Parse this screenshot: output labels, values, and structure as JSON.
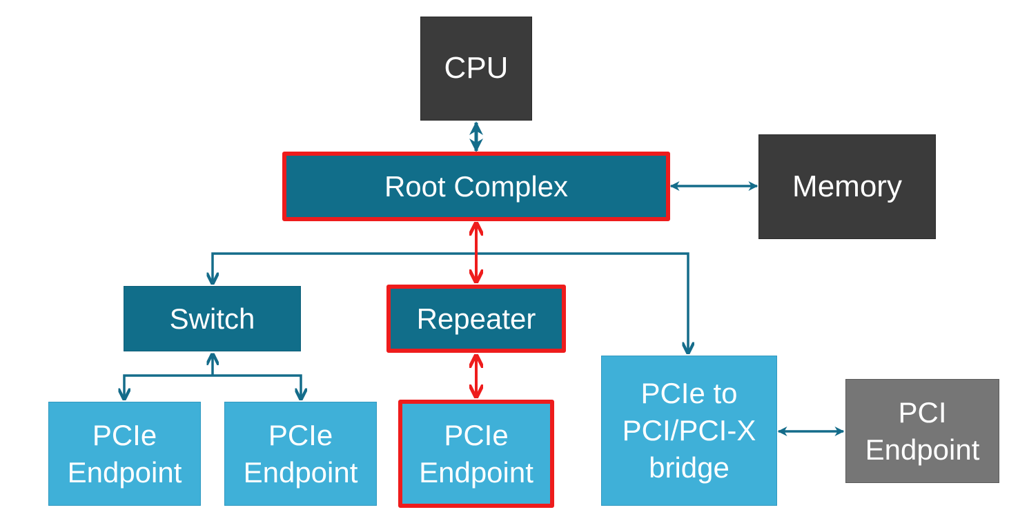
{
  "diagram": {
    "title": "PCI Express topology",
    "colors": {
      "host": "#3b3b3b",
      "pcie_core": "#116e8a",
      "pcie_device": "#3fb0d8",
      "legacy": "#767676",
      "highlight": "#ee1c1c",
      "link": "#146c8a"
    },
    "nodes": {
      "cpu": {
        "lines": [
          "CPU"
        ]
      },
      "root_complex": {
        "lines": [
          "Root Complex"
        ],
        "highlighted": true
      },
      "memory": {
        "lines": [
          "Memory"
        ]
      },
      "switch": {
        "lines": [
          "Switch"
        ]
      },
      "repeater": {
        "lines": [
          "Repeater"
        ],
        "highlighted": true
      },
      "endpoint_1": {
        "lines": [
          "PCIe",
          "Endpoint"
        ]
      },
      "endpoint_2": {
        "lines": [
          "PCIe",
          "Endpoint"
        ]
      },
      "endpoint_3": {
        "lines": [
          "PCIe",
          "Endpoint"
        ],
        "highlighted": true
      },
      "bridge": {
        "lines": [
          "PCIe to",
          "PCI/PCI-X",
          "bridge"
        ]
      },
      "pci_endpoint": {
        "lines": [
          "PCI",
          "Endpoint"
        ]
      }
    },
    "edges": [
      {
        "from": "cpu",
        "to": "root_complex",
        "type": "bidirectional",
        "highlighted": false
      },
      {
        "from": "root_complex",
        "to": "memory",
        "type": "bidirectional",
        "highlighted": false
      },
      {
        "from": "root_complex",
        "to": "repeater",
        "type": "bidirectional",
        "highlighted": true
      },
      {
        "from": "root_complex",
        "to": "switch",
        "type": "directed",
        "highlighted": false
      },
      {
        "from": "root_complex",
        "to": "bridge",
        "type": "directed",
        "highlighted": false
      },
      {
        "from": "repeater",
        "to": "endpoint_3",
        "type": "bidirectional",
        "highlighted": true
      },
      {
        "from": "endpoint_1",
        "to": "switch",
        "type": "directed",
        "highlighted": false
      },
      {
        "from": "switch",
        "to": "endpoint_1",
        "type": "directed",
        "highlighted": false
      },
      {
        "from": "switch",
        "to": "endpoint_2",
        "type": "directed",
        "highlighted": false
      },
      {
        "from": "bridge",
        "to": "pci_endpoint",
        "type": "bidirectional",
        "highlighted": false
      }
    ]
  }
}
